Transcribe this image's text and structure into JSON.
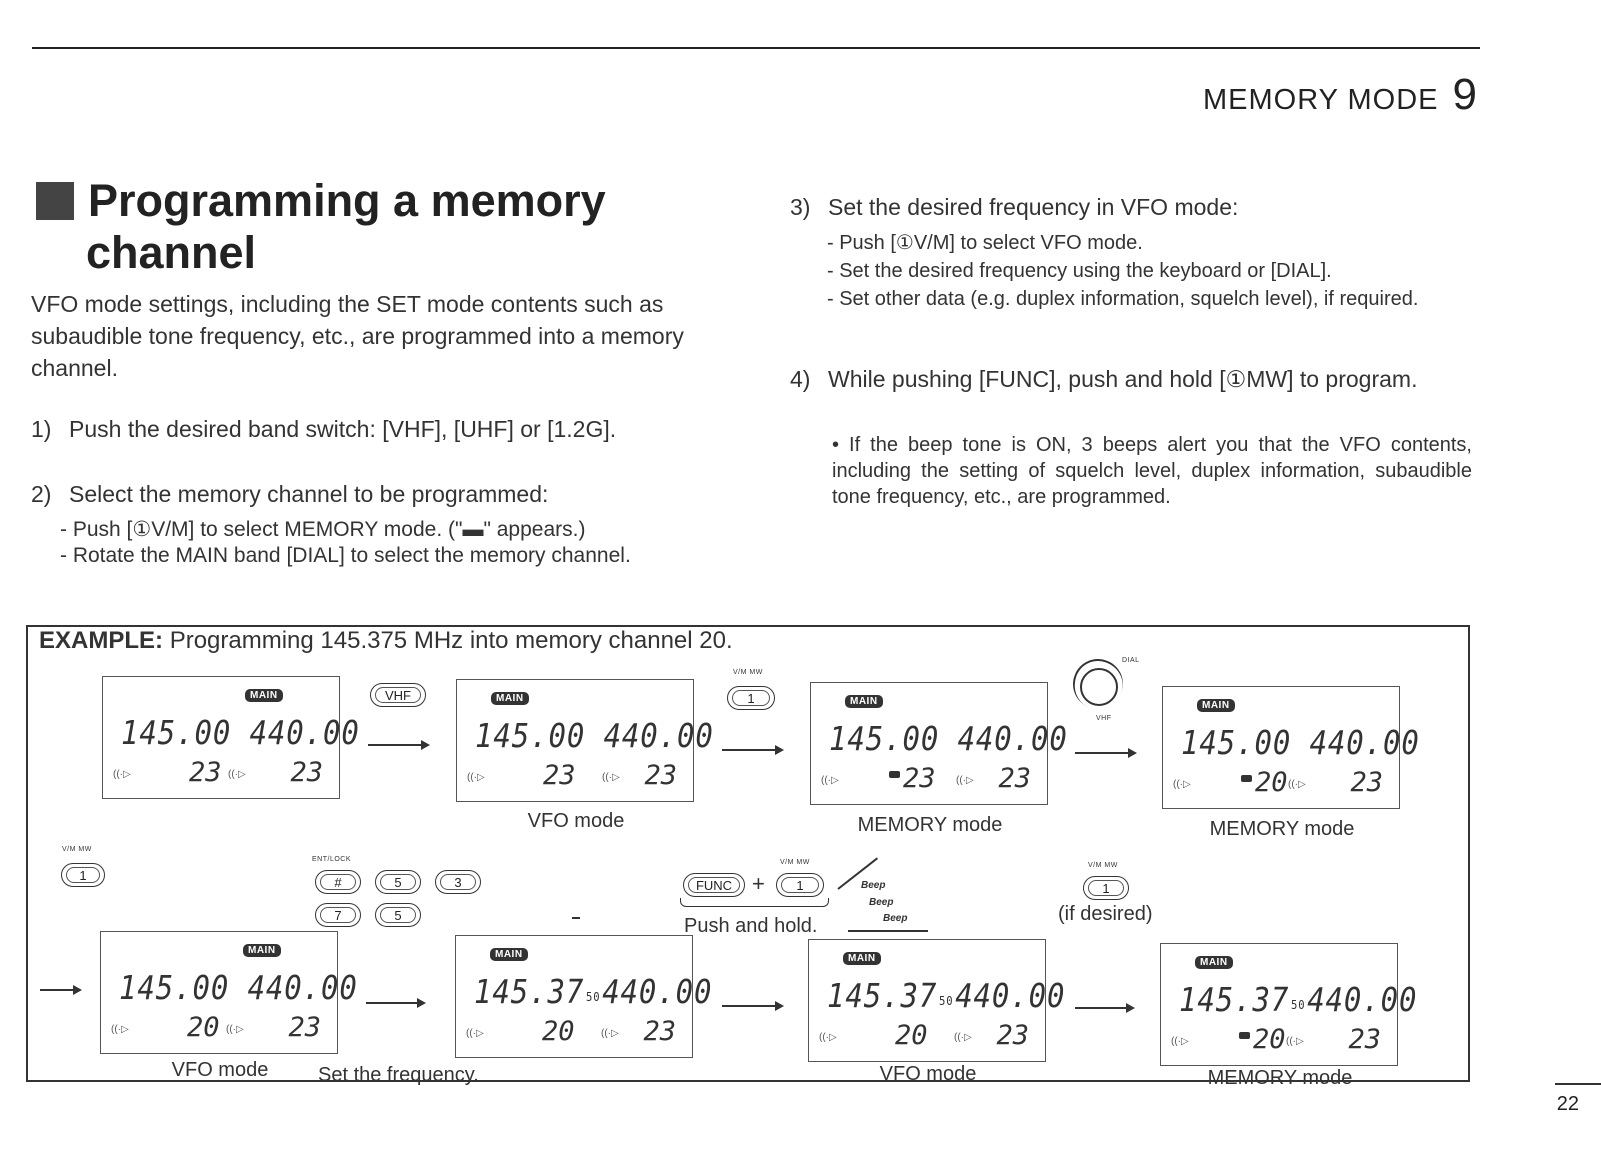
{
  "header": {
    "section": "MEMORY MODE",
    "chapter": "9"
  },
  "title": {
    "line1": "Programming a memory",
    "line2": "channel"
  },
  "intro": "VFO mode settings, including the SET mode contents such as subaudible tone frequency, etc., are programmed into a memory channel.",
  "steps": [
    {
      "num": "1)",
      "text": "Push the desired band switch: [VHF], [UHF] or [1.2G].",
      "subs": []
    },
    {
      "num": "2)",
      "text": "Select the memory channel to be programmed:",
      "subs": [
        "- Push [①V/M] to select MEMORY mode. (\"▬\" appears.)",
        "- Rotate the MAIN band [DIAL] to select the memory channel."
      ]
    },
    {
      "num": "3)",
      "text": "Set the desired frequency in VFO mode:",
      "subs": [
        "- Push [①V/M] to select VFO mode.",
        "- Set the desired frequency using the keyboard or [DIAL].",
        "- Set other data (e.g. duplex information, squelch level), if required."
      ]
    },
    {
      "num": "4)",
      "text": "While pushing [FUNC], push and hold [①MW] to program.",
      "subs": [
        "• If the beep tone is ON, 3 beeps alert you that the VFO contents, including the setting of squelch level, duplex information, subaudible tone frequency, etc., are programmed."
      ]
    }
  ],
  "example": {
    "label": "EXAMPLE:",
    "text": "Programming 145.375 MHz into memory channel 20.",
    "badge": "MAIN",
    "displays": [
      {
        "left": "145.00",
        "right": "440.00",
        "ch_left": "23",
        "ch_right": "23",
        "mem": false,
        "label": ""
      },
      {
        "left": "145.00",
        "right": "440.00",
        "ch_left": "23",
        "ch_right": "23",
        "mem": false,
        "label": "VFO mode"
      },
      {
        "left": "145.00",
        "right": "440.00",
        "ch_left": "23",
        "ch_right": "23",
        "mem": true,
        "label": "MEMORY mode"
      },
      {
        "left": "145.00",
        "right": "440.00",
        "ch_left": "20",
        "ch_right": "23",
        "mem": true,
        "label": "MEMORY mode"
      },
      {
        "left": "145.00",
        "right": "440.00",
        "ch_left": "20",
        "ch_right": "23",
        "mem": false,
        "label": "VFO mode"
      },
      {
        "left": "145.37",
        "right": "440.00",
        "ch_left": "20",
        "ch_right": "23",
        "mem": false,
        "label": ""
      },
      {
        "left": "145.37",
        "right": "440.00",
        "ch_left": "20",
        "ch_right": "23",
        "mem": false,
        "label": "VFO mode"
      },
      {
        "left": "145.37",
        "right": "440.00",
        "ch_left": "20",
        "ch_right": "23",
        "mem": true,
        "label": "MEMORY mode"
      }
    ],
    "sub_50": "50",
    "set_freq_label": "Set the frequency.",
    "push_hold_label": "Push and hold.",
    "if_desired_label": "(if desired)",
    "keys": {
      "vhf": "VHF",
      "one": "1",
      "hash": "#",
      "five": "5",
      "three": "3",
      "seven": "7",
      "func": "FUNC",
      "plus": "+"
    },
    "small_labels": {
      "vm_mw": "V/M MW",
      "ent_lock": "ENT/LOCK",
      "dial": "DIAL",
      "vhf": "VHF"
    },
    "beeps": [
      "Beep",
      "Beep",
      "Beep"
    ]
  },
  "page_number": "22"
}
